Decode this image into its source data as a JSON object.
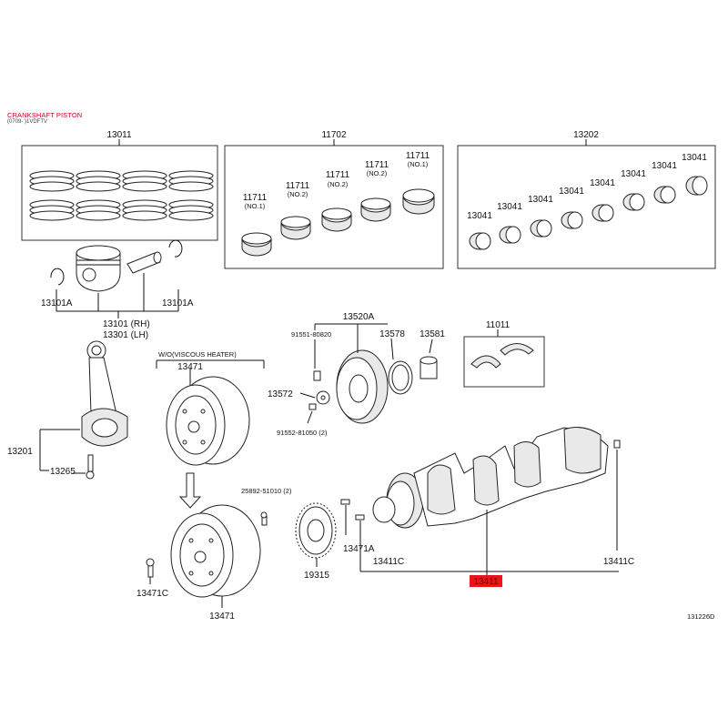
{
  "header": {
    "title": "CRANKSHAFT PISTON",
    "subtitle": "(0709- )1VDFTV"
  },
  "diagram_code": "131226D",
  "highlight_color": "#e8141b",
  "labels": {
    "p13011": "13011",
    "p11702": "11702",
    "p13202": "13202",
    "p11711_1": "11711",
    "p11711_1_note": "(NO.1)",
    "p11711_2": "11711",
    "p11711_2_note": "(NO.2)",
    "p11711_3": "11711",
    "p11711_3_note": "(NO.2)",
    "p11711_4": "11711",
    "p11711_4_note": "(NO.2)",
    "p11711_5": "11711",
    "p11711_5_note": "(NO.1)",
    "p13041": "13041",
    "p13101a_l": "13101A",
    "p13101a_r": "13101A",
    "p13101": "13101 (RH)",
    "p13301": "13301 (LH)",
    "p13520a": "13520A",
    "p91551": "91551-80820",
    "p13578": "13578",
    "p13581": "13581",
    "p11011": "11011",
    "wo_heater": "W/O(VISCOUS HEATER)",
    "p13471_top": "13471",
    "p13572": "13572",
    "p91552": "91552-81050 (2)",
    "p13201": "13201",
    "p13265": "13265",
    "p25892": "25892-51010 (2)",
    "p19315": "19315",
    "p13471a": "13471A",
    "p13411c_l": "13411C",
    "p13411c_r": "13411C",
    "p13411": "13411",
    "p13471c": "13471C",
    "p13471_bot": "13471"
  }
}
